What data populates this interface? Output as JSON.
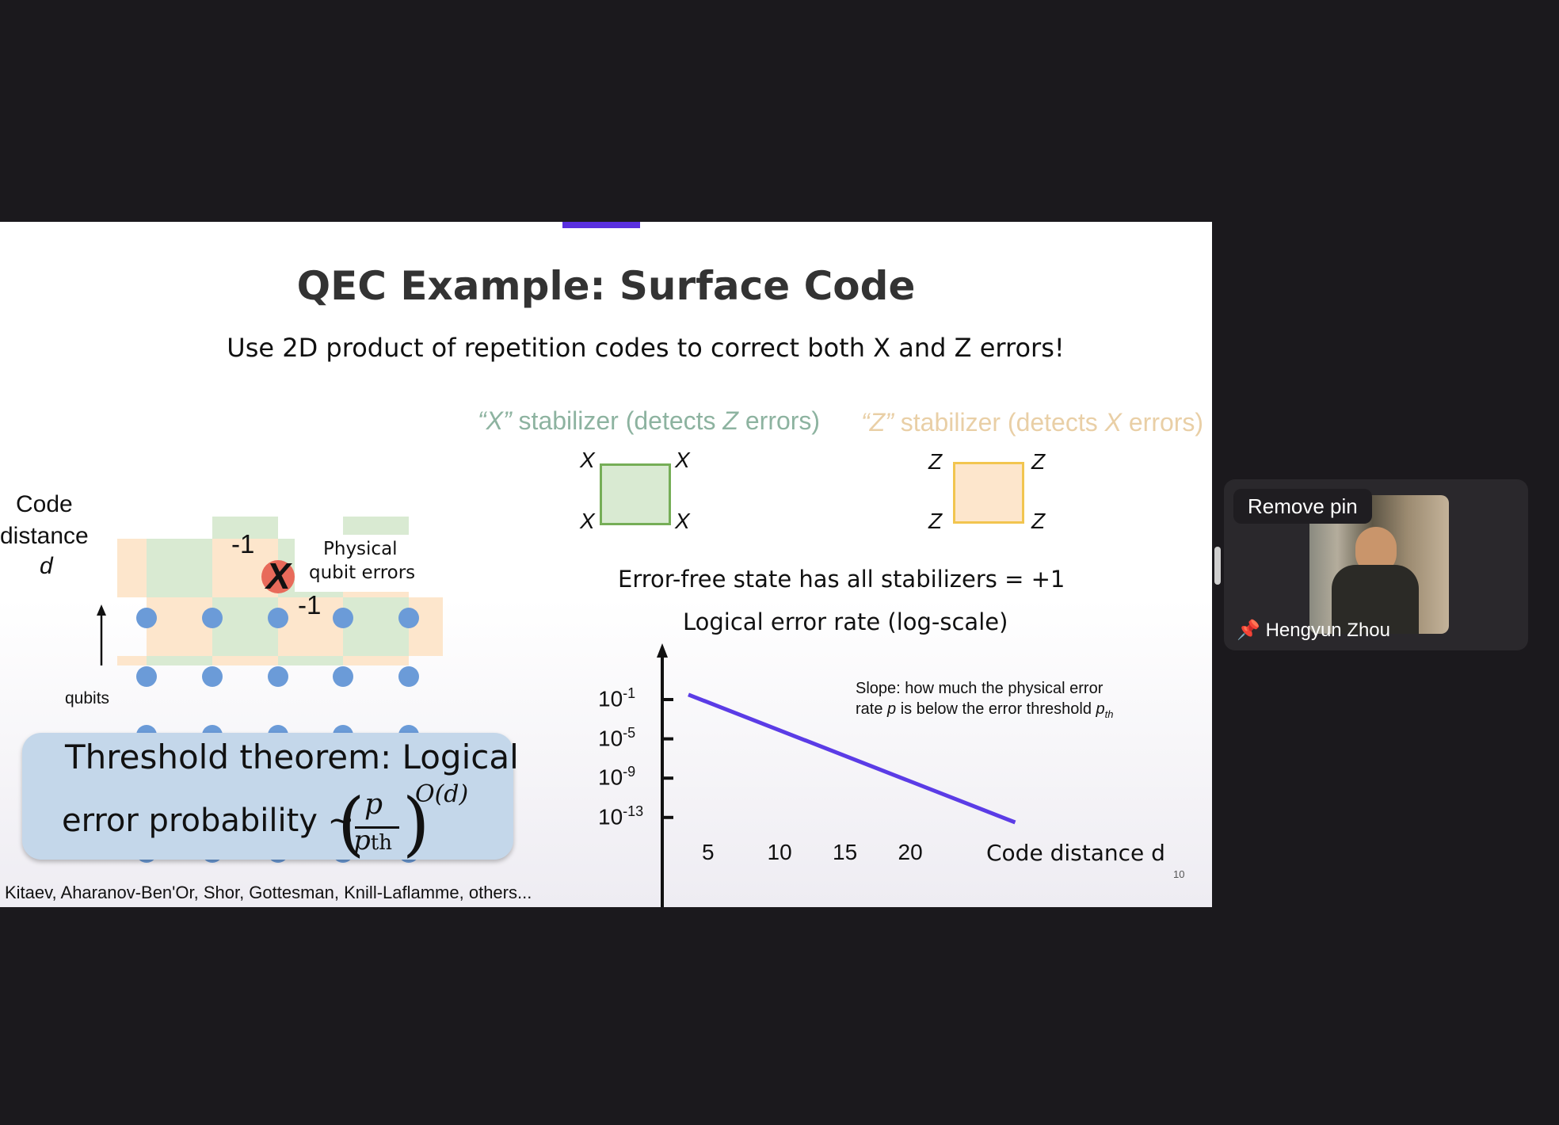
{
  "slide": {
    "title": "QEC Example: Surface Code",
    "subtitle": "Use 2D product of repetition codes to correct both X and Z errors!",
    "lattice": {
      "code_distance_label_1": "Code",
      "code_distance_label_2": "distance",
      "code_distance_symbol": "d",
      "qubits_label": "qubits",
      "minus_one_a": "-1",
      "minus_one_b": "-1",
      "error_symbol": "X",
      "physical_errors_1": "Physical",
      "physical_errors_2": "qubit errors"
    },
    "x_stabilizer": {
      "quote": "“X”",
      "text": " stabilizer (detects ",
      "italic": "Z",
      "end": " errors)",
      "corner": "X",
      "color": "#8db3a0"
    },
    "z_stabilizer": {
      "quote": "“Z”",
      "text": " stabilizer (detects ",
      "italic": "X",
      "end": " errors)",
      "corner": "Z",
      "color": "#e9cfa6"
    },
    "error_free": "Error-free state has all stabilizers = +1",
    "threshold": {
      "line1": "Threshold theorem: Logical",
      "line2": "error probability ~",
      "frac_num": "p",
      "frac_den": "p",
      "frac_den_sub": "th",
      "exponent": "O(d)"
    },
    "citation": "Kitaev, Aharanov-Ben'Or, Shor, Gottesman, Knill-Laflamme, others...",
    "page_number": "10"
  },
  "chart_data": {
    "type": "line",
    "title": "Logical error rate (log-scale)",
    "xlabel": "Code distance d",
    "x_ticks": [
      "5",
      "10",
      "15",
      "20"
    ],
    "y_ticks": [
      {
        "base": "10",
        "exp": "-1"
      },
      {
        "base": "10",
        "exp": "-5"
      },
      {
        "base": "10",
        "exp": "-9"
      },
      {
        "base": "10",
        "exp": "-13"
      }
    ],
    "series": [
      {
        "x": [
          3,
          28
        ],
        "y": [
          -0.5,
          -13.5
        ],
        "color": "#5b3ce6"
      }
    ],
    "annotation_line1": "Slope: how much the physical error",
    "annotation_line2_a": "rate ",
    "annotation_line2_p": "p",
    "annotation_line2_b": " is below the error threshold ",
    "annotation_line2_pth": "p",
    "annotation_line2_pth_sub": "th",
    "y_scale": "log"
  },
  "meeting": {
    "remove_pin": "Remove pin",
    "participant_name": "Hengyun Zhou"
  }
}
